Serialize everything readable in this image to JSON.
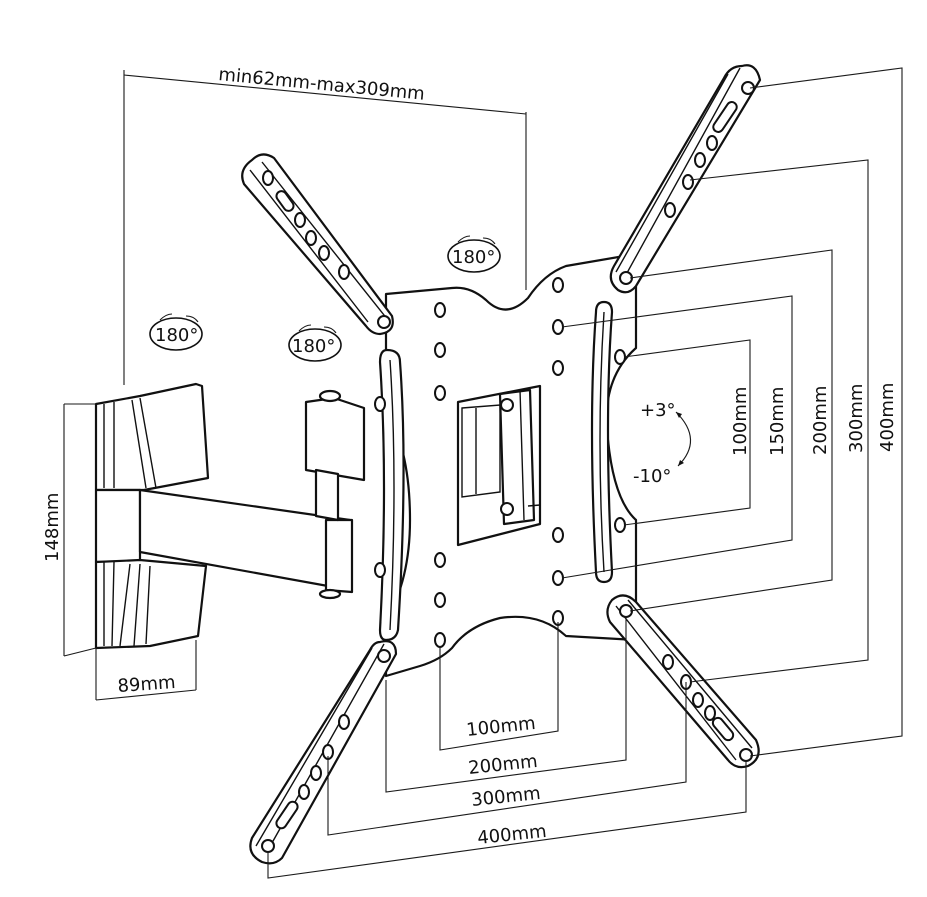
{
  "title": "TV wall mount dimension diagram",
  "extension": {
    "label": "min62mm-max309mm"
  },
  "rotation_badges": [
    {
      "label": "180°"
    },
    {
      "label": "180°"
    },
    {
      "label": "180°"
    }
  ],
  "tilt": {
    "up": "+3°",
    "down": "-10°"
  },
  "wall_plate": {
    "height": "148mm",
    "width": "89mm"
  },
  "vesa_vertical": [
    "100mm",
    "150mm",
    "200mm",
    "300mm",
    "400mm"
  ],
  "vesa_horizontal": [
    "100mm",
    "200mm",
    "300mm",
    "400mm"
  ],
  "colors": {
    "line": "#111111",
    "background": "#ffffff"
  }
}
